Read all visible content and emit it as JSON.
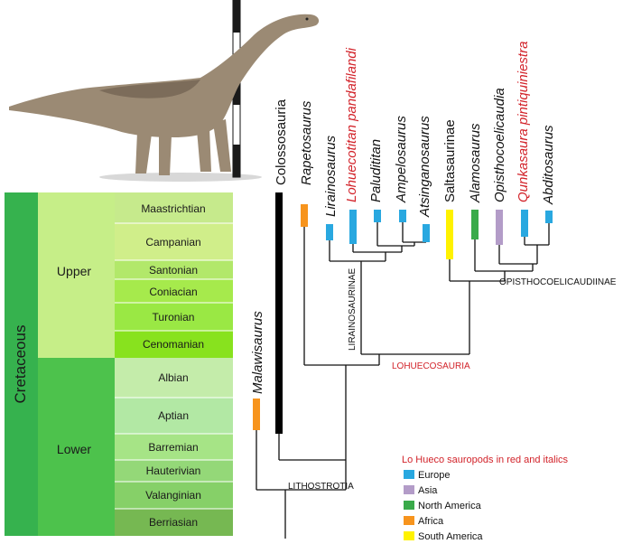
{
  "timescale": {
    "period": "Cretaceous",
    "epochs": [
      "Upper",
      "Lower"
    ],
    "stages": [
      "Maastrichtian",
      "Campanian",
      "Santonian",
      "Coniacian",
      "Turonian",
      "Cenomanian",
      "Albian",
      "Aptian",
      "Barremian",
      "Hauterivian",
      "Valanginian",
      "Berriasian"
    ]
  },
  "taxa": [
    {
      "label": "Malawisaurus",
      "region": "Africa",
      "lo_hueco": false
    },
    {
      "label": "Colossosauria",
      "region": "",
      "lo_hueco": false
    },
    {
      "label": "Rapetosaurus",
      "region": "Africa",
      "lo_hueco": false
    },
    {
      "label": "Lirainosaurus",
      "region": "Europe",
      "lo_hueco": false
    },
    {
      "label": "Lohuecotitan pandafilandi",
      "region": "Europe",
      "lo_hueco": true
    },
    {
      "label": "Paludititan",
      "region": "Europe",
      "lo_hueco": false
    },
    {
      "label": "Ampelosaurus",
      "region": "Europe",
      "lo_hueco": false
    },
    {
      "label": "Atsinganosaurus",
      "region": "Europe",
      "lo_hueco": false
    },
    {
      "label": "Saltasaurinae",
      "region": "South America",
      "lo_hueco": false
    },
    {
      "label": "Alamosaurus",
      "region": "North America",
      "lo_hueco": false
    },
    {
      "label": "Opisthocoelicaudia",
      "region": "Asia",
      "lo_hueco": false
    },
    {
      "label": "Qunkasaura pintiquiniestra",
      "region": "Europe",
      "lo_hueco": true
    },
    {
      "label": "Abditosaurus",
      "region": "Europe",
      "lo_hueco": false
    }
  ],
  "clades": [
    "LITHOSTROTIA",
    "LOHUECOSAURIA",
    "LIRAINOSAURINAE",
    "OPISTHOCOELICAUDIINAE"
  ],
  "legend": {
    "title": "Lo Hueco sauropods in red and italics",
    "items": [
      {
        "label": "Europe",
        "color": "#29a8e0"
      },
      {
        "label": "Asia",
        "color": "#b39cc8"
      },
      {
        "label": "North America",
        "color": "#3aaa4a"
      },
      {
        "label": "Africa",
        "color": "#f7941d"
      },
      {
        "label": "South America",
        "color": "#fff200"
      }
    ]
  },
  "colors": {
    "period": "#36b24e",
    "lower_epoch": "#4dc24c",
    "upper_epoch": "#c6ee88",
    "highlight": "#d2232a",
    "colossosauria_bar": "#000000"
  },
  "illustration": {
    "subject": "sauropod-dinosaur-with-scale-pole"
  }
}
